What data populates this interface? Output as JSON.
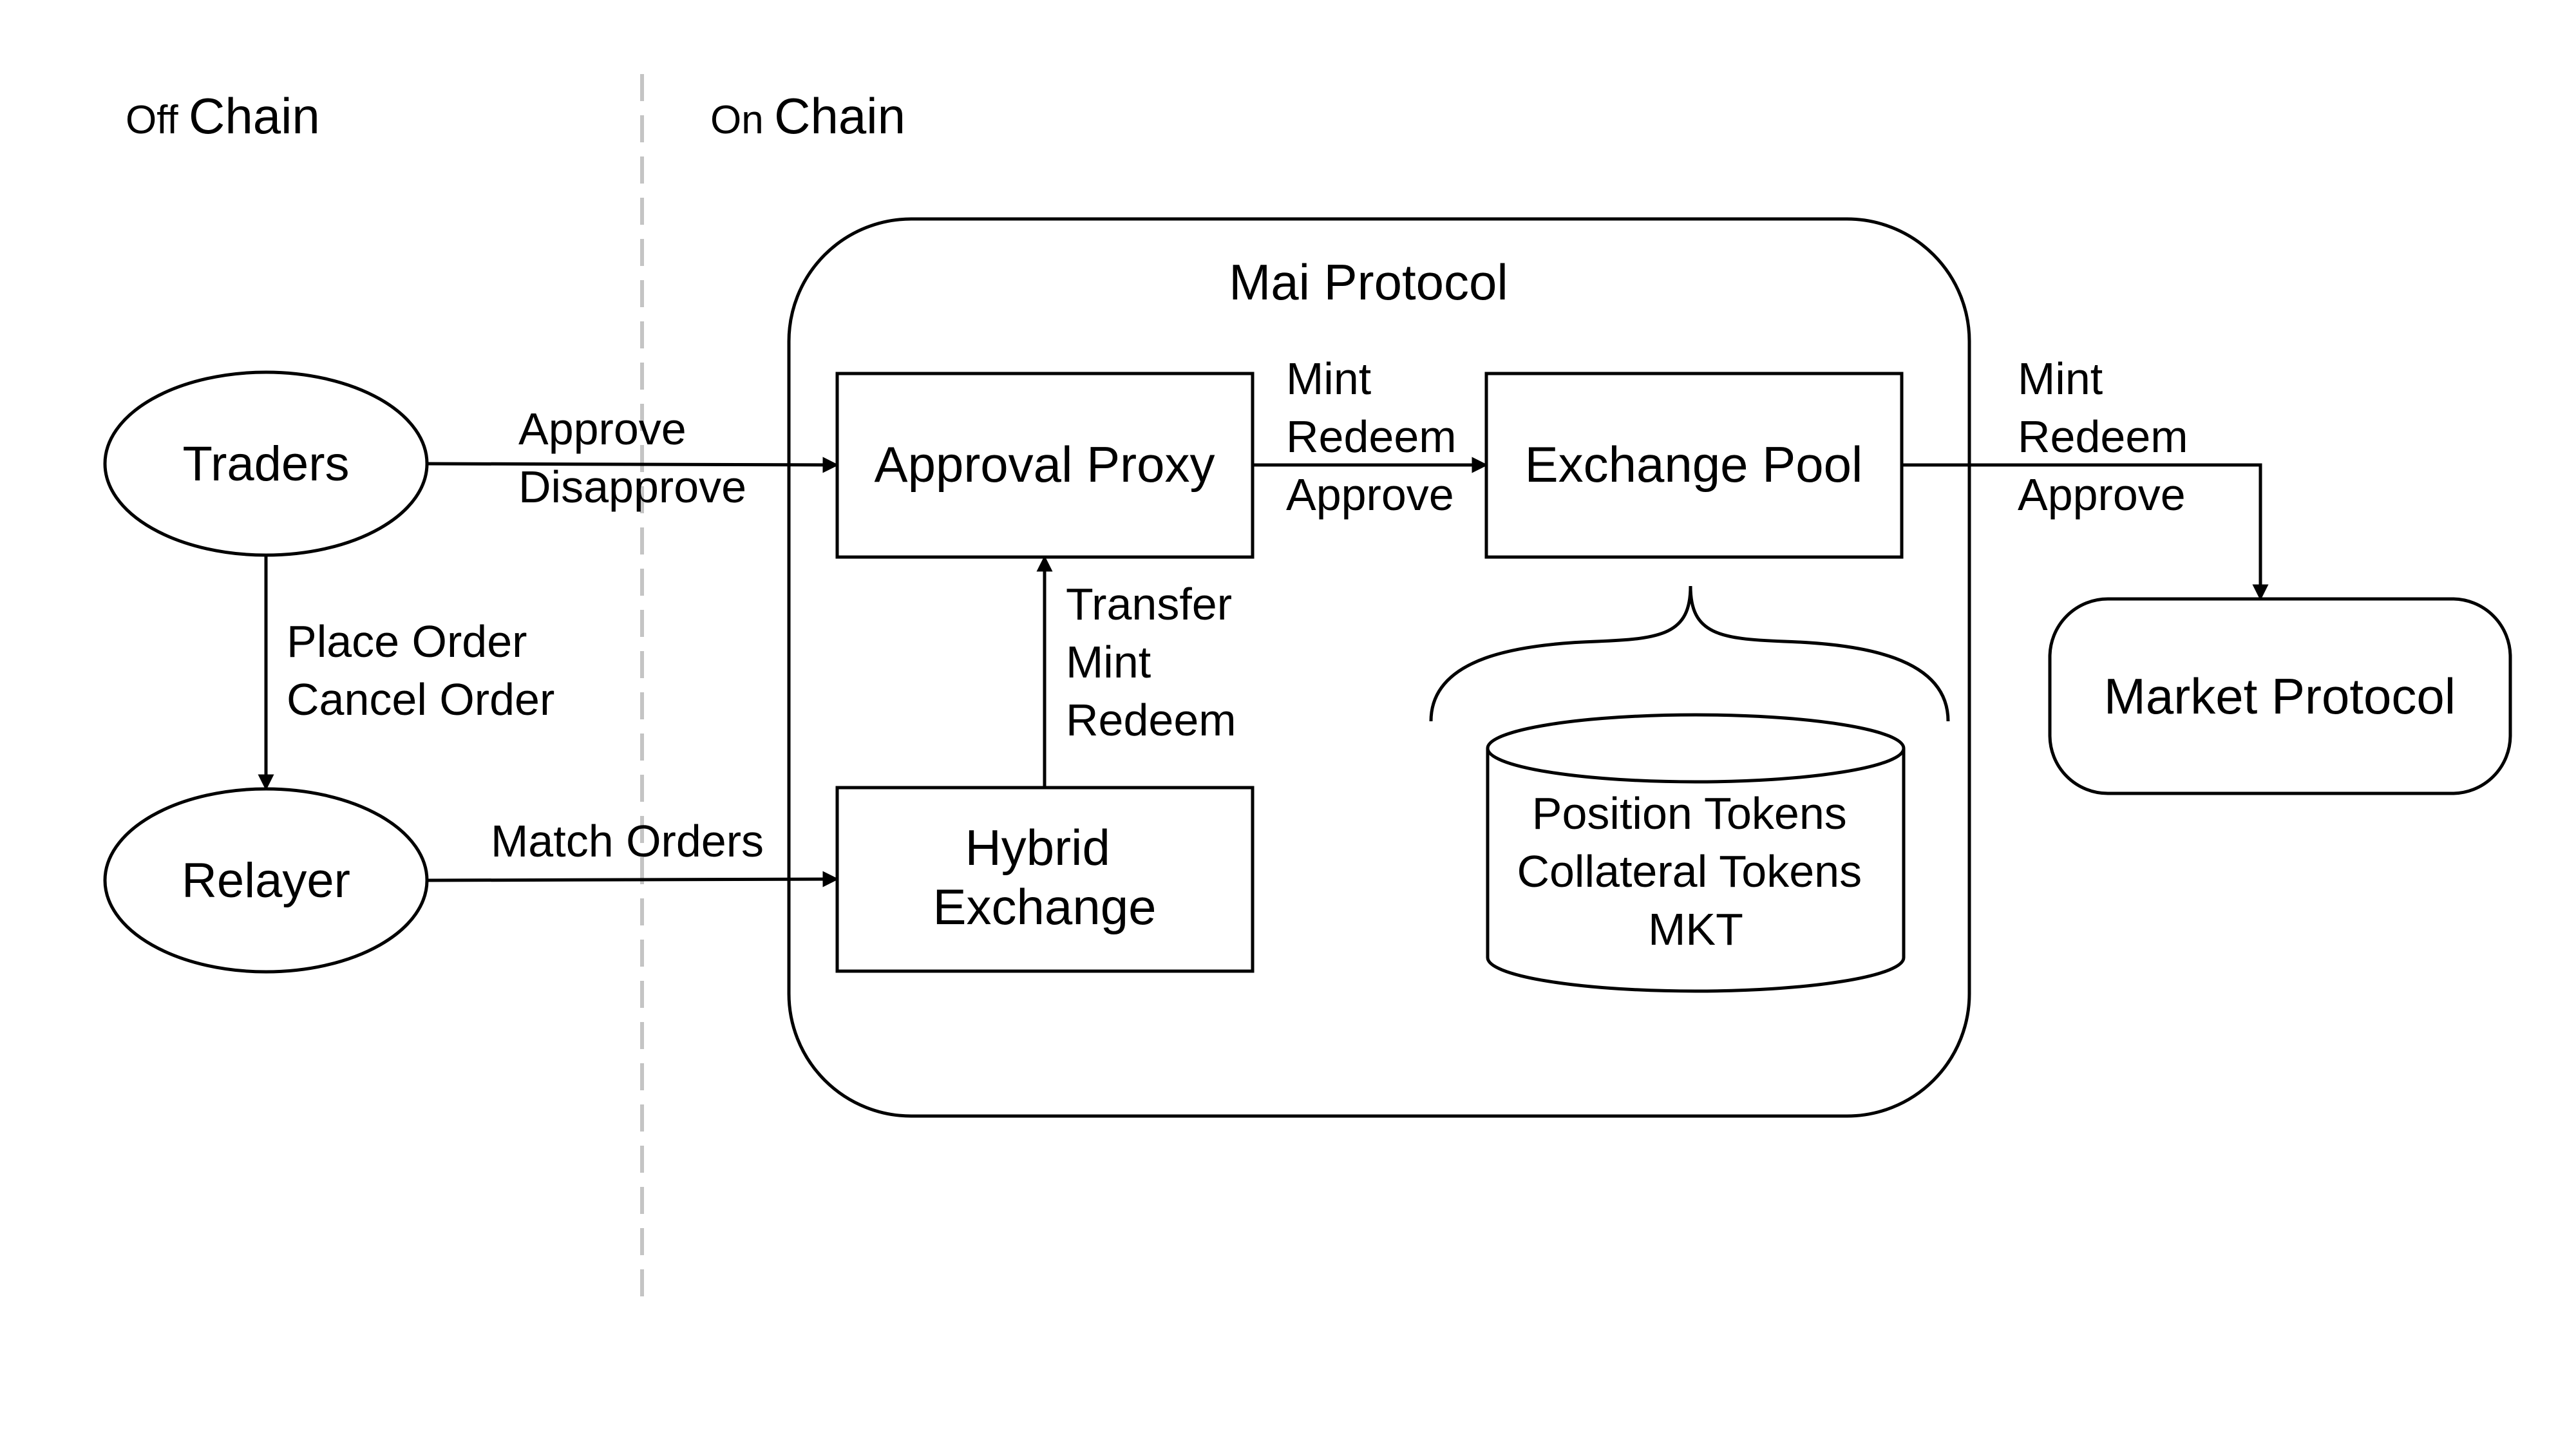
{
  "sections": {
    "off_chain": {
      "prefix": "Off",
      "word": "Chain"
    },
    "on_chain": {
      "prefix": "On",
      "word": "Chain"
    }
  },
  "container": {
    "title": "Mai Protocol"
  },
  "nodes": {
    "traders": "Traders",
    "relayer": "Relayer",
    "approval_proxy": "Approval Proxy",
    "hybrid_exchange": [
      "Hybrid",
      "Exchange"
    ],
    "exchange_pool": "Exchange Pool",
    "market_protocol": "Market Protocol",
    "token_store": [
      "Position Tokens",
      "Collateral Tokens",
      "MKT"
    ]
  },
  "edges": {
    "traders_to_proxy": [
      "Approve",
      "Disapprove"
    ],
    "traders_to_relayer": [
      "Place Order",
      "Cancel Order"
    ],
    "relayer_to_hybrid": [
      "Match Orders"
    ],
    "hybrid_to_proxy": [
      "Transfer",
      "Mint",
      "Redeem"
    ],
    "proxy_to_pool": [
      "Mint",
      "Redeem",
      "Approve"
    ],
    "pool_to_market": [
      "Mint",
      "Redeem",
      "Approve"
    ]
  }
}
